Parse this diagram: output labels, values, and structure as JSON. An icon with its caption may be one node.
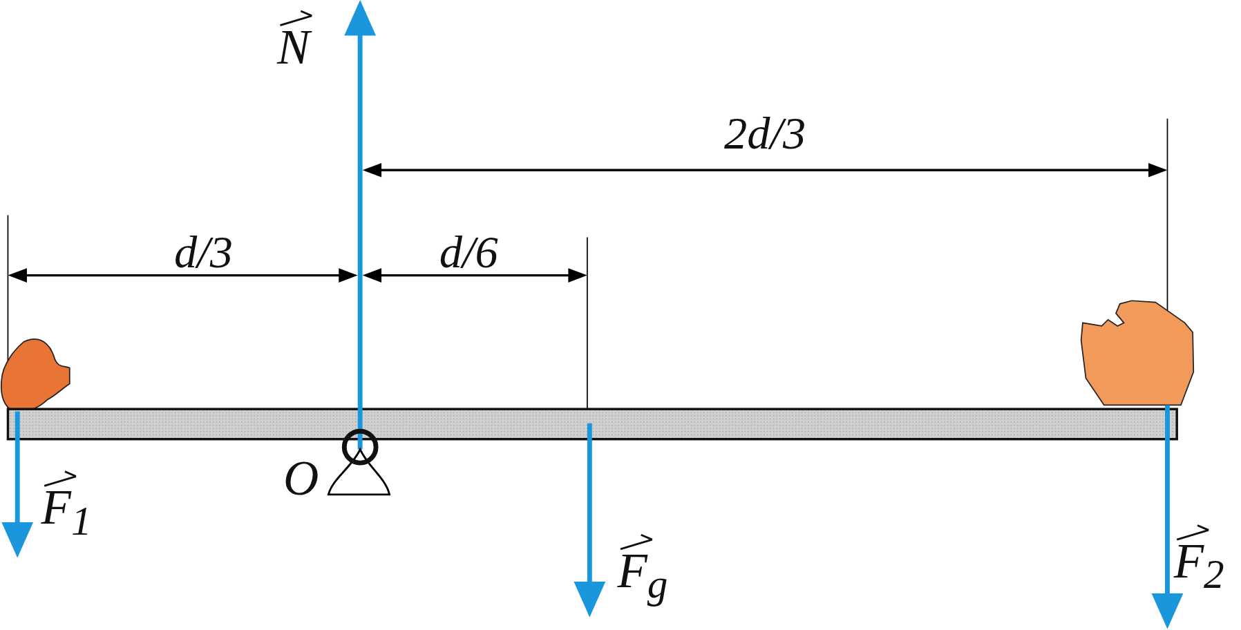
{
  "diagram": {
    "labels": [
      "N",
      "2d/3",
      "d/3",
      "d/6",
      "O",
      "F$_{1}$",
      "F$_{g}$",
      "F$_{2}$"
    ]
  }
}
